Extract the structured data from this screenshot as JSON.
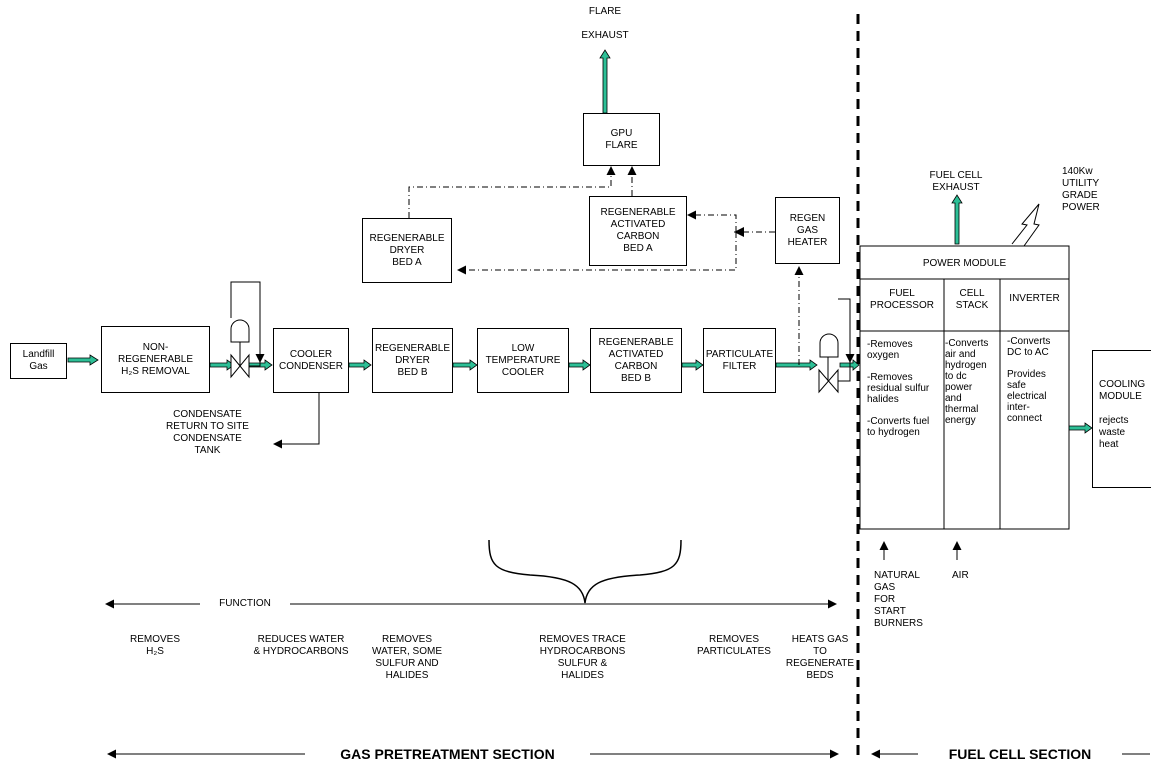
{
  "boxes": {
    "landfill": "Landfill\nGas",
    "nonregen": "NON-\nREGENERABLE\nH₂S REMOVAL",
    "cooler_condenser": "COOLER\nCONDENSER",
    "dryer_b": "REGENERABLE\nDRYER\nBED B",
    "low_temp": "LOW\nTEMPERATURE\nCOOLER",
    "carbon_b": "REGENERABLE\nACTIVATED\nCARBON\nBED B",
    "particulate": "PARTICULATE\nFILTER",
    "dryer_a": "REGENERABLE\nDRYER\nBED A",
    "carbon_a": "REGENERABLE\nACTIVATED\nCARBON\nBED A",
    "regen_heater": "REGEN\nGAS\nHEATER",
    "gpu_flare": "GPU\nFLARE",
    "cooling": "COOLING\nMODULE\n\nrejects\nwaste\nheat"
  },
  "labels": {
    "flare_exhaust": "FLARE\n\nEXHAUST",
    "fuel_cell_exhaust": "FUEL CELL\nEXHAUST",
    "power_out": "140Kw\nUTILITY\nGRADE\nPOWER",
    "condensate": "CONDENSATE\nRETURN TO SITE\nCONDENSATE\nTANK",
    "natural_gas": "NATURAL\nGAS\nFOR\nSTART\nBURNERS",
    "air": "AIR",
    "function": "FUNCTION"
  },
  "power_module": {
    "title": "POWER MODULE",
    "headers": [
      "FUEL\nPROCESSOR",
      "CELL\nSTACK",
      "INVERTER"
    ],
    "columns": [
      "-Removes\noxygen\n\n-Removes\nresidual sulfur\nhalides\n\n-Converts fuel\nto hydrogen",
      "-Converts\nair and\nhydrogen\nto dc\npower\nand\nthermal\nenergy",
      "-Converts\nDC to AC\n\nProvides\nsafe\nelectrical\ninter-\nconnect"
    ]
  },
  "functions": [
    "REMOVES\nH₂S",
    "REDUCES WATER\n& HYDROCARBONS",
    "REMOVES\nWATER, SOME\nSULFUR AND\nHALIDES",
    "REMOVES TRACE\nHYDROCARBONS\nSULFUR &\nHALIDES",
    "REMOVES\nPARTICULATES",
    "HEATS GAS\nTO\nREGENERATE\nBEDS"
  ],
  "sections": {
    "gas_pretreatment": "GAS PRETREATMENT SECTION",
    "fuel_cell": "FUEL CELL SECTION"
  },
  "colors": {
    "flow_arrow": "#2dbf96",
    "line": "#000000"
  }
}
